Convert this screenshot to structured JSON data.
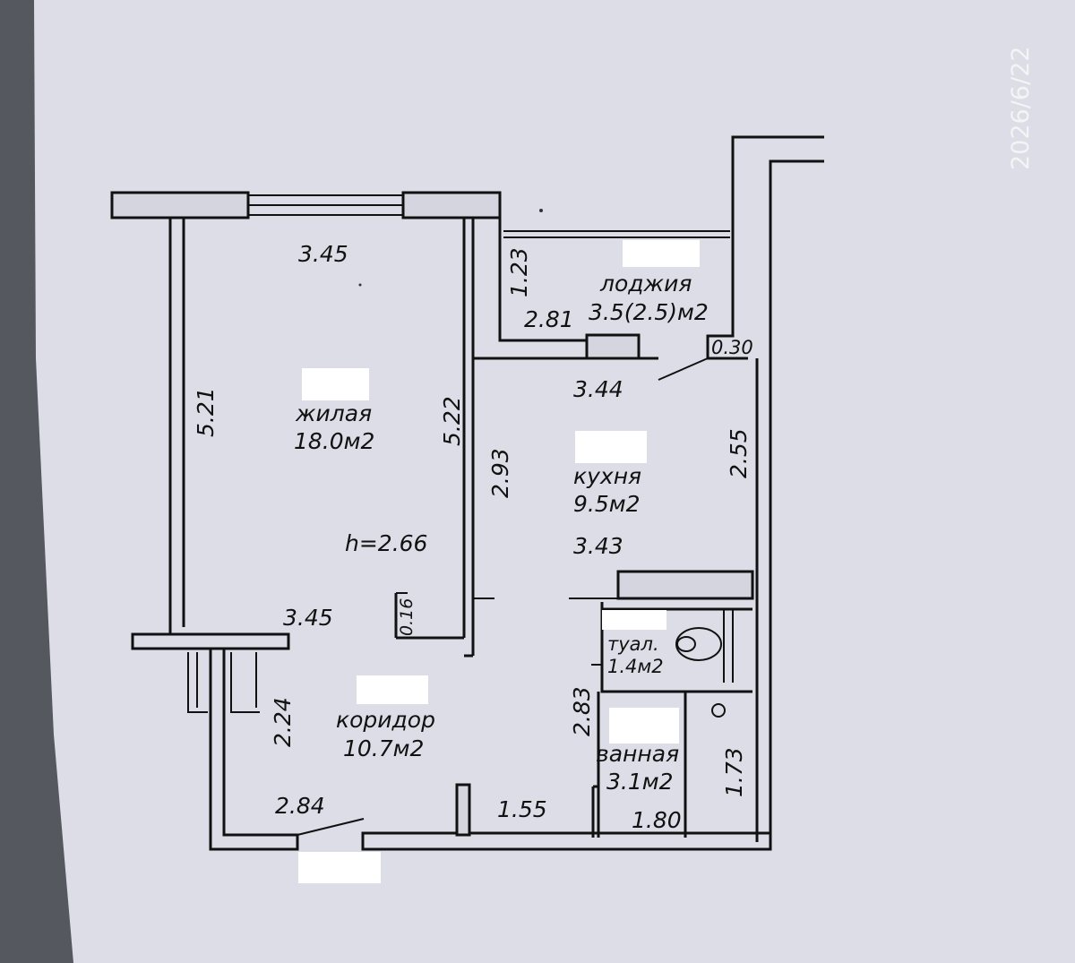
{
  "timestamp": "2026/6/22",
  "ceiling_height": "h=2.66",
  "rooms": {
    "living": {
      "name": "жилая",
      "area": "18.0м2"
    },
    "kitchen": {
      "name": "кухня",
      "area": "9.5м2"
    },
    "loggia": {
      "name": "лоджия",
      "area": "3.5(2.5)м2"
    },
    "corridor": {
      "name": "коридор",
      "area": "10.7м2"
    },
    "toilet": {
      "name": "туал.",
      "area": "1.4м2"
    },
    "bath": {
      "name": "ванная",
      "area": "3.1м2"
    }
  },
  "dimensions": {
    "living_top": "3.45",
    "living_left": "5.21",
    "living_right": "5.22",
    "living_bottom": "3.45",
    "wall_stub": "0.16",
    "loggia_depth": "1.23",
    "loggia_width": "2.81",
    "loggia_corner": "0.30",
    "kitchen_top": "3.44",
    "kitchen_bottom": "3.43",
    "kitchen_left": "2.93",
    "kitchen_right": "2.55",
    "corridor_left": "2.24",
    "corridor_bottom_left": "2.84",
    "corridor_bottom_right": "1.55",
    "bath_left": "2.83",
    "bath_bottom": "1.80",
    "bath_right": "1.73"
  }
}
